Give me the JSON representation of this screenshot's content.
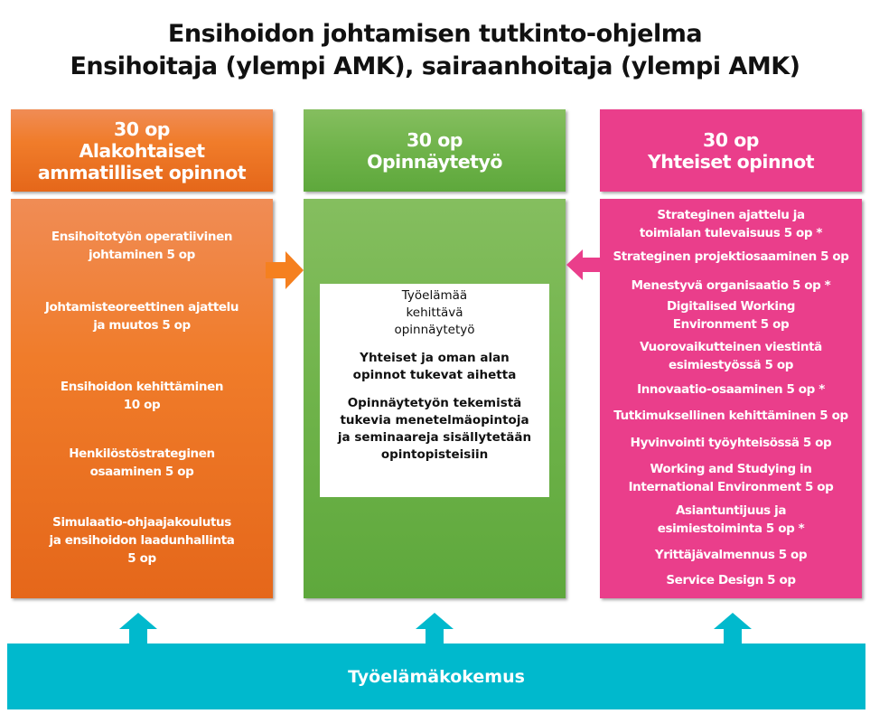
{
  "title": {
    "line1": "Ensihoidon johtamisen tutkinto-ohjelma",
    "line2": "Ensihoitaja (ylempi AMK), sairaanhoitaja (ylempi AMK)"
  },
  "columns": {
    "orange": {
      "credits": "30 op",
      "heading": "Alakohtaiset\nammatilliset opinnot",
      "items": [
        "Ensihoitotyön operatiivinen\njohtaminen 5 op",
        "Johtamisteoreettinen ajattelu\nja muutos 5 op",
        "Ensihoidon kehittäminen\n10  op",
        "Henkilöstöstrateginen\nosaaminen 5 op",
        "Simulaatio-ohjaajakoulutus\nja ensihoidon laadunhallinta\n5 op"
      ]
    },
    "green": {
      "credits": "30 op",
      "heading": "Opinnäytetyö",
      "box": [
        "Työelämää\nkehittävä\nopinnäytetyö",
        "Yhteiset ja oman alan\nopinnot tukevat aihetta",
        "Opinnäytetyön tekemistä\ntukevia menetelmäopintoja\nja seminaareja sisällytetään\nopintopisteisiin"
      ]
    },
    "pink": {
      "credits": "30 op",
      "heading": "Yhteiset opinnot",
      "items": [
        "Strateginen ajattelu ja\ntoimialan tulevaisuus 5 op *",
        "Strateginen projektiosaaminen 5 op",
        "Menestyvä organisaatio 5 op *",
        "Digitalised Working\nEnvironment 5 op",
        "Vuorovaikutteinen viestintä\nesimiestyössä 5 op",
        "Innovaatio-osaaminen 5 op *",
        "Tutkimuksellinen kehittäminen 5 op",
        "Hyvinvointi työyhteisössä 5 op",
        "Working and Studying in\nInternational Environment 5 op",
        "Asiantuntijuus ja\nesimiestoiminta 5 op *",
        "Yrittäjävalmennus 5 op",
        "Service Design 5 op"
      ]
    }
  },
  "footer": {
    "label": "Työelämäkokemus"
  },
  "colors": {
    "orange": "#f07c2a",
    "green": "#6fb34a",
    "pink": "#ea3e8b",
    "cyan": "#00b9cd"
  }
}
